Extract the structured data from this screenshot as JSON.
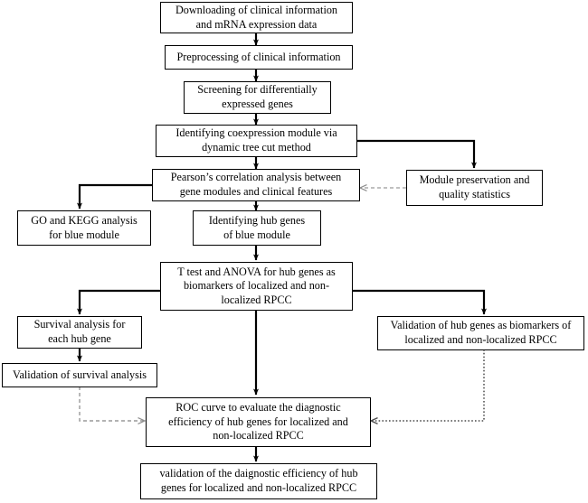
{
  "diagram": {
    "title": "Bioinformatics analysis workflow flowchart",
    "background_color": "#ffffff",
    "solid_line_color": "#000000",
    "dashed_line_color": "#9a9a9a",
    "nodes": [
      {
        "id": "download",
        "label": "Downloading of clinical information and mRNA expression data",
        "line1": "Downloading of clinical information",
        "line2": "and mRNA expression data"
      },
      {
        "id": "preprocessing",
        "label": "Preprocessing of clinical information",
        "line1": "Preprocessing of clinical information",
        "line2": ""
      },
      {
        "id": "screening",
        "label": "Screening for differentially expressed genes",
        "line1": "Screening for differentially",
        "line2": "expressed genes"
      },
      {
        "id": "coexpression",
        "label": "Identifying coexpression module via dynamic tree cut method",
        "line1": "Identifying coexpression module via",
        "line2": "dynamic tree cut method"
      },
      {
        "id": "modulepreservation",
        "label": "Module preservation and quality statistics",
        "line1": "Module preservation and",
        "line2": "quality statistics"
      },
      {
        "id": "pearson",
        "label": "Pearson’s correlation analysis between gene modules and  clinical features",
        "line1": "Pearson’s correlation analysis between",
        "line2": "gene modules and  clinical features"
      },
      {
        "id": "gokegg",
        "label": "GO and KEGG  analysis for blue module",
        "line1": "GO and KEGG  analysis",
        "line2": "for blue module"
      },
      {
        "id": "hubgenes",
        "label": "Identifying hub genes of  blue module",
        "line1": "Identifying hub genes",
        "line2": "of  blue module"
      },
      {
        "id": "ttest",
        "label": "T test and ANOVA for  hub genes as biomarkers of  localized and non-localized RPCC",
        "line1": "T test and ANOVA for  hub genes as",
        "line2": "biomarkers of  localized and non-",
        "line3": "localized RPCC"
      },
      {
        "id": "survival",
        "label": "Survival analysis for each hub gene",
        "line1": "Survival analysis for",
        "line2": "each hub gene"
      },
      {
        "id": "validationsurvival",
        "label": "Validation of survival analysis",
        "line1": "Validation of survival analysis",
        "line2": ""
      },
      {
        "id": "validationhub",
        "label": "Validation  of  hub genes as biomarkers of localized and non-localized RPCC",
        "line1": "Validation  of  hub genes as biomarkers of",
        "line2": "localized and non-localized RPCC"
      },
      {
        "id": "roc",
        "label": "ROC curve to evaluate the diagnostic efficiency of hub genes for localized and non-localized RPCC",
        "line1": "ROC curve to evaluate the diagnostic",
        "line2": "efficiency of hub genes for localized and",
        "line3": "non-localized RPCC"
      },
      {
        "id": "validationdiagnostic",
        "label": "validation of the daignostic efficiency of hub genes for localized and non-localized RPCC",
        "line1": "validation of the daignostic efficiency of hub",
        "line2": "genes for localized and non-localized RPCC"
      }
    ],
    "edges": [
      {
        "id": "e1",
        "from": "download",
        "to": "preprocessing",
        "style": "solid"
      },
      {
        "id": "e2",
        "from": "preprocessing",
        "to": "screening",
        "style": "solid"
      },
      {
        "id": "e3",
        "from": "screening",
        "to": "coexpression",
        "style": "solid"
      },
      {
        "id": "e4",
        "from": "coexpression",
        "to": "pearson",
        "style": "solid"
      },
      {
        "id": "e5",
        "from": "coexpression",
        "to": "modulepreservation",
        "style": "solid"
      },
      {
        "id": "e6",
        "from": "modulepreservation",
        "to": "pearson",
        "style": "dashed"
      },
      {
        "id": "e7",
        "from": "pearson",
        "to": "gokegg",
        "style": "solid"
      },
      {
        "id": "e8",
        "from": "pearson",
        "to": "hubgenes",
        "style": "solid"
      },
      {
        "id": "e9",
        "from": "hubgenes",
        "to": "ttest",
        "style": "solid"
      },
      {
        "id": "e10",
        "from": "ttest",
        "to": "survival",
        "style": "solid"
      },
      {
        "id": "e11",
        "from": "ttest",
        "to": "validationhub",
        "style": "solid"
      },
      {
        "id": "e12",
        "from": "ttest",
        "to": "roc",
        "style": "solid"
      },
      {
        "id": "e13",
        "from": "survival",
        "to": "validationsurvival",
        "style": "solid"
      },
      {
        "id": "e14",
        "from": "validationsurvival",
        "to": "roc",
        "style": "dashed"
      },
      {
        "id": "e15",
        "from": "validationhub",
        "to": "roc",
        "style": "dotted"
      },
      {
        "id": "e16",
        "from": "roc",
        "to": "validationdiagnostic",
        "style": "solid"
      }
    ]
  }
}
